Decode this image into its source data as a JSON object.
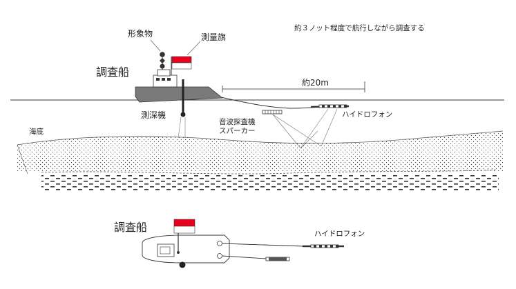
{
  "labels": {
    "shape_objects": "形象物",
    "survey_flag": "測量旗",
    "speed_note": "約３ノット程度で航行しながら調査する",
    "survey_ship": "調査船",
    "distance": "約20m",
    "echo_sounder": "測深機",
    "sonic_probe": "音波探査機",
    "sparker": "スパーカー",
    "hydrophone": "ハイドロフォン",
    "seabed": "海底"
  },
  "plan_view": {
    "survey_ship": "調査船",
    "hydrophone": "ハイドロフォン"
  },
  "colors": {
    "flag_red": "#e8001c",
    "hull": "#7a7a7a",
    "ink": "#222222",
    "seabed_dots": "#444444"
  }
}
